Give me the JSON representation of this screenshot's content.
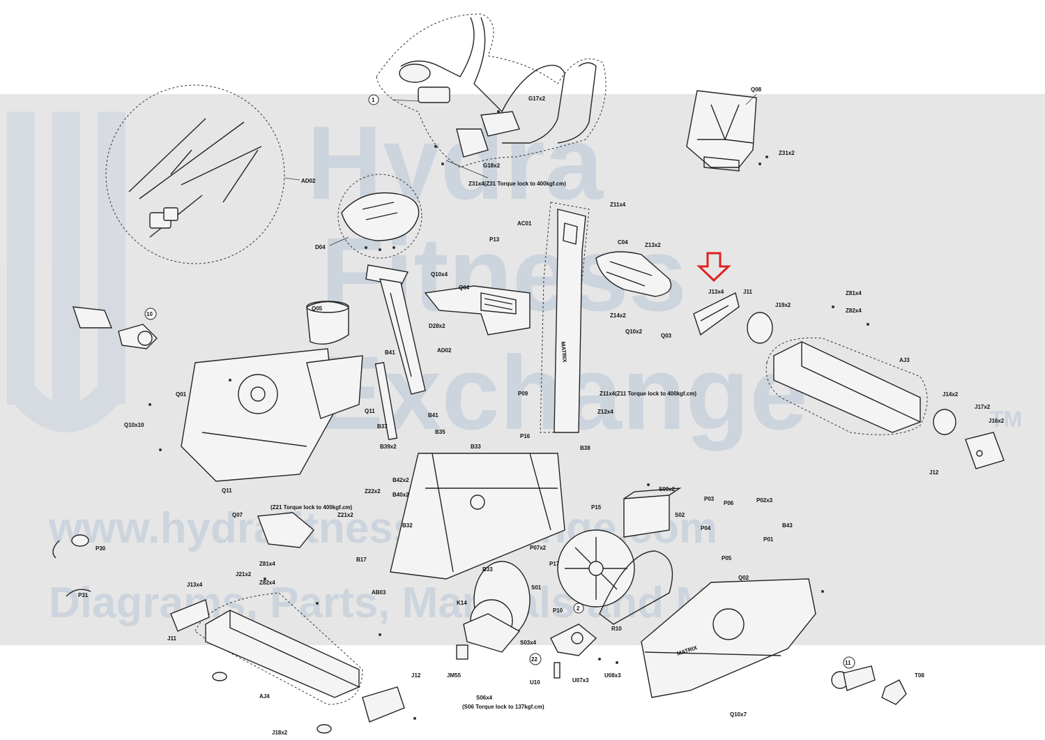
{
  "watermark": {
    "line1": "Hydra",
    "line2": "Fitness",
    "line3": "Exchange",
    "tm": "TM",
    "url": "www.hydrafitnessexchange.com",
    "tagline": "Diagrams, Parts, Manuals and More",
    "band_color": "#e6e6e6",
    "text_color": "#bcc9d8"
  },
  "highlight": {
    "target": "J13x4",
    "color": "#e02020"
  },
  "labels": {
    "callout1": "1",
    "callout10": "10",
    "callout2": "2",
    "callout11": "11",
    "callout22": "22",
    "G17x2": "G17x2",
    "G18x2": "G18x2",
    "Z31x4_note": "Z31x4(Z31 Torque lock to 400kgf.cm)",
    "Q08": "Q08",
    "Z31x2": "Z31x2",
    "AD02_top": "AD02",
    "D04": "D04",
    "Z11x4_top": "Z11x4",
    "AC01": "AC01",
    "P13": "P13",
    "C04": "C04",
    "Z13x2": "Z13x2",
    "J13x4_top": "J13x4",
    "J11_top": "J11",
    "J19x2": "J19x2",
    "Z81x4_right": "Z81x4",
    "Z82x4_right": "Z82x4",
    "Q10x4": "Q10x4",
    "Q04": "Q04",
    "Q05": "Q05",
    "D28x2": "D28x2",
    "Z14x2": "Z14x2",
    "Q10x2": "Q10x2",
    "Q03": "Q03",
    "AJ3": "AJ3",
    "AD02_mid": "AD02",
    "B41_a": "B41",
    "Q01": "Q01",
    "Q10x10": "Q10x10",
    "Q11_a": "Q11",
    "P09": "P09",
    "Z11x4_note": "Z11x4(Z11 Torque lock to 400kgf.cm)",
    "Z12x4": "Z12x4",
    "J14x2": "J14x2",
    "J17x2": "J17x2",
    "J16x2": "J16x2",
    "B37": "B37",
    "B41_b": "B41",
    "B35": "B35",
    "B33_a": "B33",
    "P16": "P16",
    "B38": "B38",
    "B39x2": "B39x2",
    "J12_right": "J12",
    "Q11_b": "Q11",
    "B42x2": "B42x2",
    "B40x2": "B40x2",
    "Z22x2": "Z22x2",
    "S09x2": "S09x2",
    "Z21_note": "(Z21 Torque lock to 400kgf.cm)",
    "P15": "P15",
    "P03": "P03",
    "P06": "P06",
    "P02x3": "P02x3",
    "Q07": "Q07",
    "Z21x2": "Z21x2",
    "S02": "S02",
    "B43": "B43",
    "B32": "B32",
    "P04": "P04",
    "P01": "P01",
    "P30": "P30",
    "P07x2": "P07x2",
    "P17": "P17",
    "P05": "P05",
    "B17": "B17",
    "Z81x4_left": "Z81x4",
    "J21x2": "J21x2",
    "J13x4_bottom": "J13x4",
    "Z82x4_left": "Z82x4",
    "B33_b": "B33",
    "Q02": "Q02",
    "P31": "P31",
    "AB03": "AB03",
    "S01": "S01",
    "K14": "K14",
    "P10": "P10",
    "R10": "R10",
    "J11_bottom": "J11",
    "S03x4": "S03x4",
    "JM55": "JM55",
    "U10": "U10",
    "U07x3": "U07x3",
    "U08x3": "U08x3",
    "J12_bottom": "J12",
    "T08": "T08",
    "AJ4": "AJ4",
    "S06x4": "S06x4",
    "S06_note": "(S06 Torque lock to 137kgf.cm)",
    "J18x2": "J18x2",
    "Q10x7": "Q10x7",
    "matrix_brand": "MATRIX"
  }
}
